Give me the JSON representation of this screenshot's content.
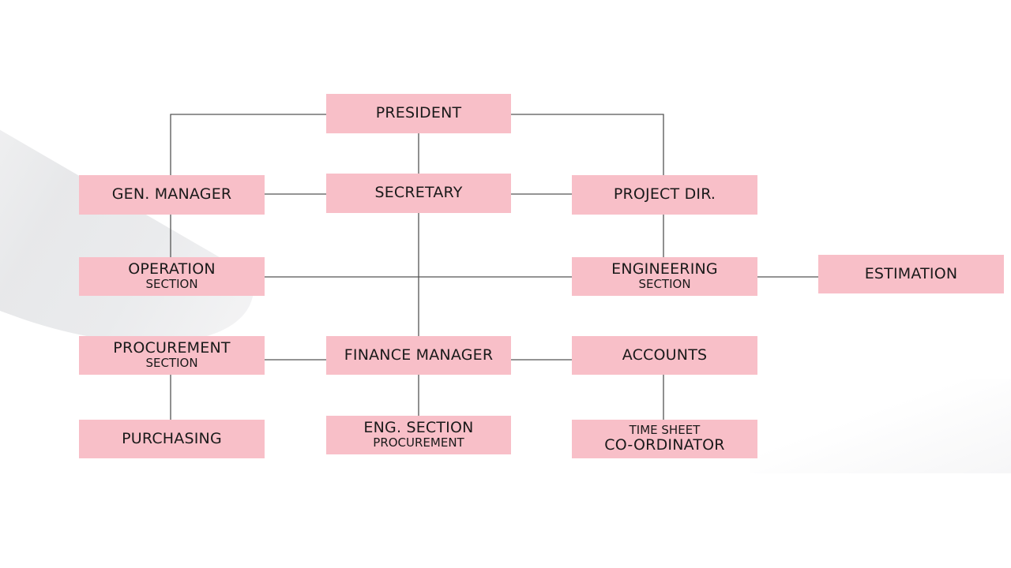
{
  "diagram": {
    "type": "org-chart",
    "box_color": "#f8bfc8",
    "line_color": "#555555",
    "nodes": {
      "president": {
        "label": "PRESIDENT"
      },
      "gen_manager": {
        "label": "GEN. MANAGER"
      },
      "secretary": {
        "label": "SECRETARY"
      },
      "project_dir": {
        "label": "PROJECT DIR."
      },
      "operation": {
        "label": "OPERATION",
        "sub": "SECTION"
      },
      "engineering": {
        "label": "ENGINEERING",
        "sub": "SECTION"
      },
      "estimation": {
        "label": "ESTIMATION"
      },
      "procurement": {
        "label": "PROCUREMENT",
        "sub": "SECTION"
      },
      "finance_manager": {
        "label": "FINANCE MANAGER"
      },
      "accounts": {
        "label": "ACCOUNTS"
      },
      "purchasing": {
        "label": "PURCHASING"
      },
      "eng_section": {
        "label": "ENG. SECTION",
        "sub": "PROCUREMENT"
      },
      "time_sheet": {
        "pre": "TIME SHEET",
        "label": "CO-ORDINATOR"
      }
    },
    "edges": [
      [
        "president",
        "gen_manager"
      ],
      [
        "president",
        "secretary"
      ],
      [
        "president",
        "project_dir"
      ],
      [
        "gen_manager",
        "secretary"
      ],
      [
        "secretary",
        "project_dir"
      ],
      [
        "gen_manager",
        "operation"
      ],
      [
        "project_dir",
        "engineering"
      ],
      [
        "operation",
        "engineering"
      ],
      [
        "engineering",
        "estimation"
      ],
      [
        "secretary",
        "finance_manager"
      ],
      [
        "procurement",
        "finance_manager"
      ],
      [
        "finance_manager",
        "accounts"
      ],
      [
        "procurement",
        "purchasing"
      ],
      [
        "finance_manager",
        "eng_section"
      ],
      [
        "accounts",
        "time_sheet"
      ]
    ]
  }
}
